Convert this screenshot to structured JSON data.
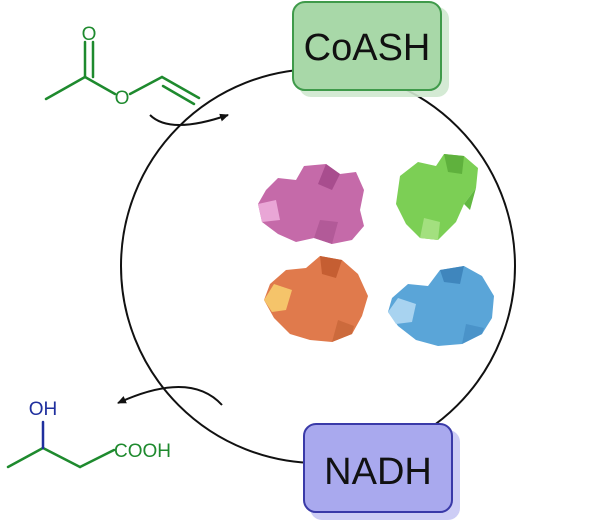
{
  "cycle": {
    "top_cofactor": "CoASH",
    "bottom_cofactor": "NADH"
  },
  "substrate": {
    "carbonyl_oxygen": "O",
    "ester_oxygen": "O"
  },
  "product": {
    "hydroxyl_label": "OH",
    "acid_label": "COOH"
  },
  "enzymes": [
    {
      "name": "enzyme-pink",
      "color": "#c56aa9"
    },
    {
      "name": "enzyme-green",
      "color": "#7ccf55"
    },
    {
      "name": "enzyme-orange",
      "color": "#e07a4c"
    },
    {
      "name": "enzyme-blue",
      "color": "#5aa5d8"
    }
  ],
  "colors": {
    "substrate": "#1e8a2e",
    "product_hydroxyl": "#1f2f9e",
    "product_skeleton": "#1e8a2e",
    "coash_fill": "#a8d8a8",
    "coash_border": "#3f9a4a",
    "nadh_fill": "#a9a9ee",
    "nadh_border": "#3a3aa8"
  }
}
